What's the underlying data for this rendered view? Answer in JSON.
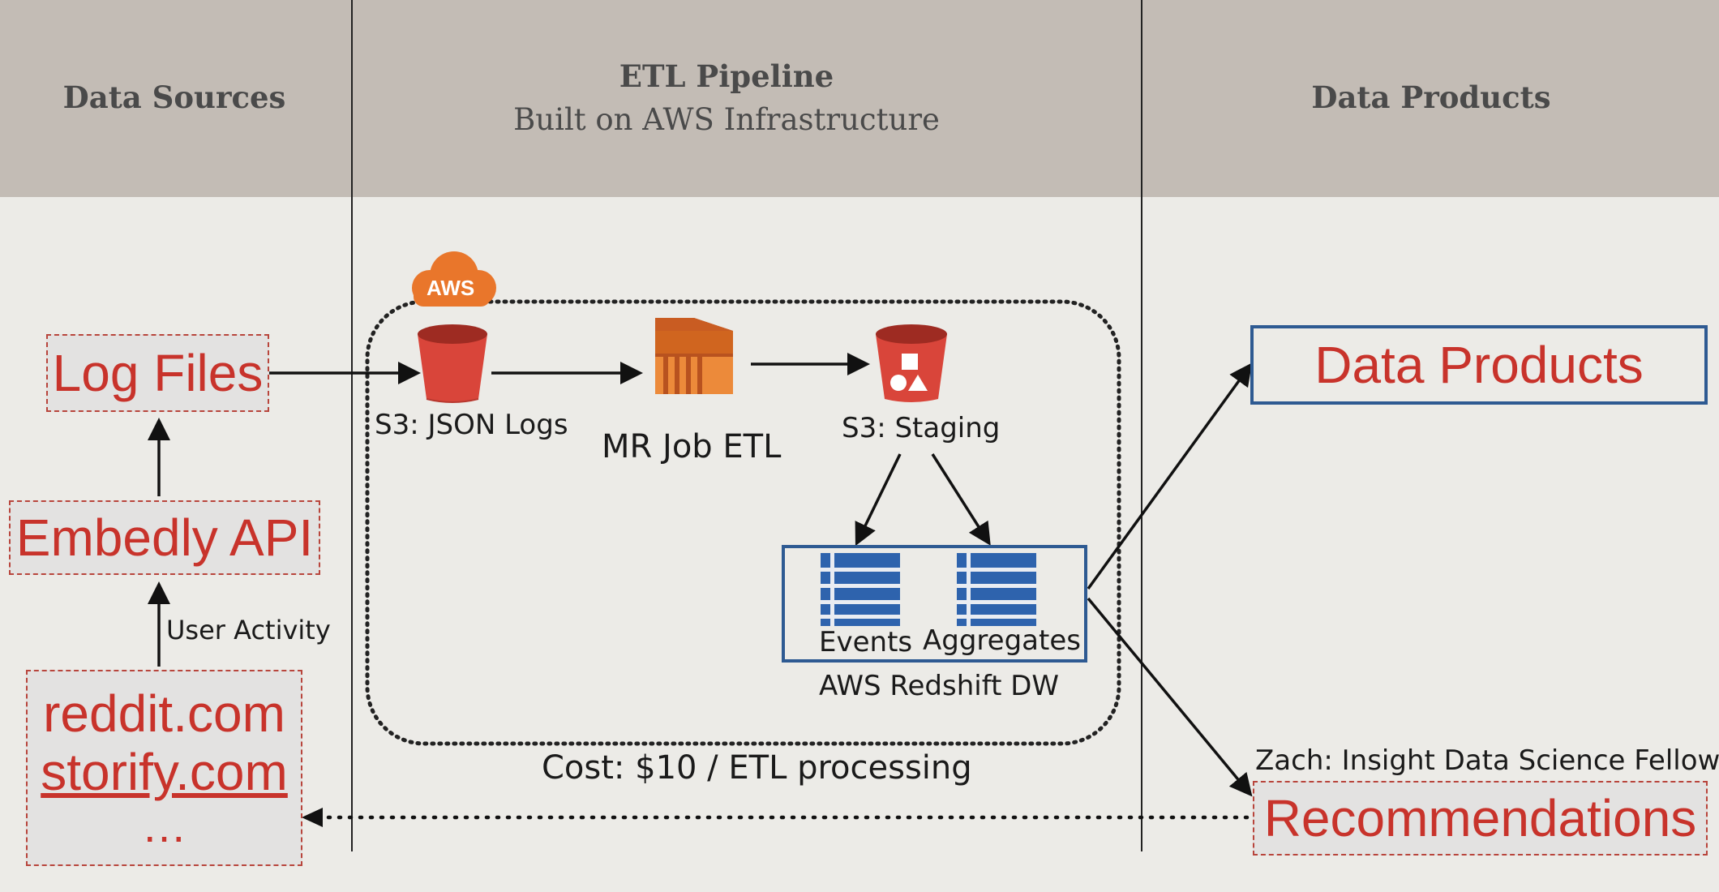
{
  "header": {
    "col1_title": "Data Sources",
    "col2_title": "ETL Pipeline",
    "col2_subtitle": "Built on AWS Infrastructure",
    "col3_title": "Data Products"
  },
  "sources": {
    "log_files": "Log Files",
    "embedly_api": "Embedly API",
    "user_activity": "User Activity",
    "site1": "reddit.com",
    "site2": "storify.com",
    "site_more": "…"
  },
  "pipeline": {
    "aws_badge": "AWS",
    "s3_json_logs": "S3: JSON Logs",
    "mr_job": "MR Job ETL",
    "s3_staging": "S3: Staging",
    "events": "Events",
    "aggregates": "Aggregates",
    "redshift": "AWS Redshift DW",
    "cost": "Cost: $10 / ETL processing"
  },
  "products": {
    "data_products": "Data Products",
    "credit": "Zach: Insight Data Science Fellow",
    "recommendations": "Recommendations"
  },
  "colors": {
    "header_bg": "#c3bcb5",
    "accent_red": "#c8332b",
    "accent_blue": "#2e5a92",
    "aws_orange": "#e9762b"
  }
}
